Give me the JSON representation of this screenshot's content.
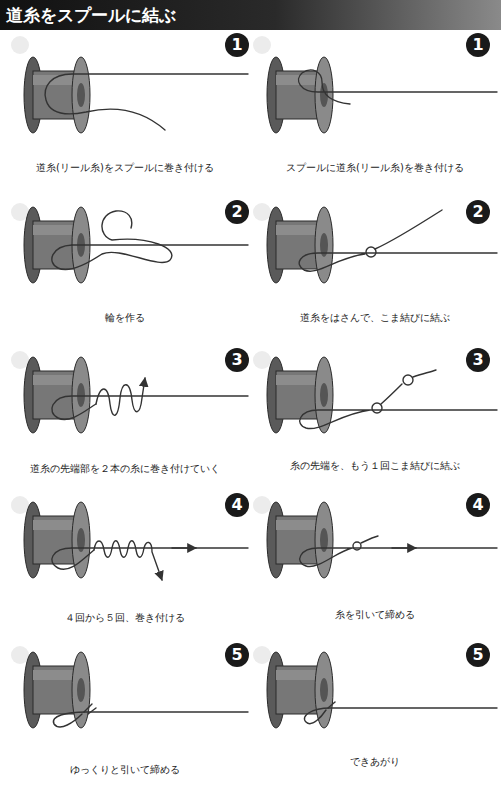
{
  "diagram": {
    "title": "道糸をスプールに結ぶ",
    "nodes": [
      {
        "text": [
          "1"
        ]
      },
      {
        "text": [
          "2"
        ]
      },
      {
        "text": [
          "3"
        ]
      },
      {
        "text": [
          "4"
        ]
      },
      {
        "text": [
          "5"
        ]
      },
      {
        "text": [
          "1"
        ]
      },
      {
        "text": [
          "2"
        ]
      },
      {
        "text": [
          "3"
        ]
      },
      {
        "text": [
          "4"
        ]
      },
      {
        "text": [
          "5"
        ]
      }
    ],
    "labels": [
      "道糸(リール糸)をスプールに巻き付ける",
      "輪を作る",
      "道糸の先端部を２本の糸に巻き付けていく",
      "４回から５回、巻き付ける",
      "ゆっくりと引いて締める",
      "スプールに道糸(リール糸)を巻き付ける",
      "道糸をはさんで、こま結びに結ぶ",
      "糸の先端を、もう１回こま結びに結ぶ",
      "糸を引いて締める",
      "できあがり"
    ]
  }
}
